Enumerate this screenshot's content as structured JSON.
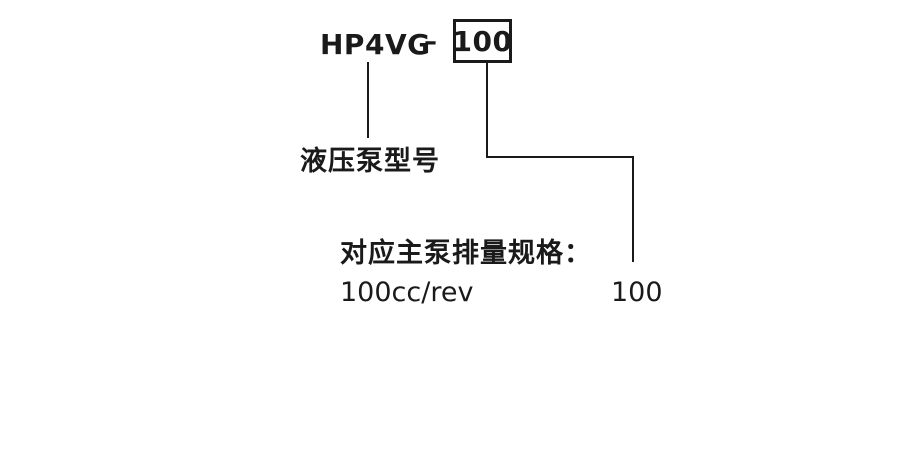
{
  "diagram": {
    "model_row": {
      "prefix": "HP4VG",
      "separator": "–",
      "code": "100"
    },
    "callouts": {
      "pump_model_label": "液压泵型号",
      "spec_heading": "对应主泵排量规格：",
      "spec_rows": [
        {
          "displacement": "100cc/rev",
          "code": "100"
        }
      ]
    }
  },
  "colors": {
    "ink": "#1a1a1a",
    "background": "#ffffff"
  }
}
